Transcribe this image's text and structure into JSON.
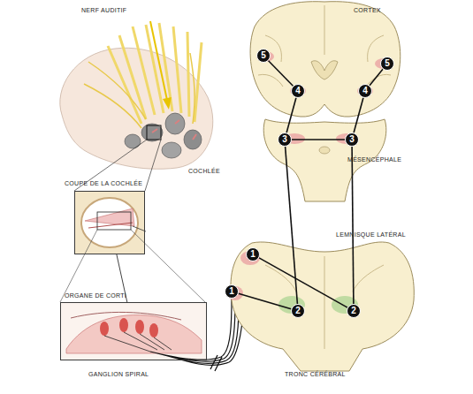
{
  "diagram": {
    "nodes": [
      {
        "text": [
          "COUPE DE LA COCHLÉE"
        ]
      },
      {
        "text": [
          "ORGANE DE CORTI"
        ]
      },
      {
        "text": [
          "5"
        ]
      },
      {
        "text": [
          "5"
        ]
      },
      {
        "text": [
          "4"
        ]
      },
      {
        "text": [
          "4"
        ]
      },
      {
        "text": [
          "3"
        ]
      },
      {
        "text": [
          "3"
        ]
      },
      {
        "text": [
          "1"
        ]
      },
      {
        "text": [
          "1"
        ]
      },
      {
        "text": [
          "2"
        ]
      },
      {
        "text": [
          "2"
        ]
      }
    ],
    "edges": [
      {
        "from": 0,
        "to": 1,
        "arrow": "none"
      },
      {
        "from": 9,
        "to": 10,
        "arrow": "none"
      },
      {
        "from": 8,
        "to": 11,
        "arrow": "none"
      },
      {
        "from": 10,
        "to": 6,
        "arrow": "none"
      },
      {
        "from": 11,
        "to": 7,
        "arrow": "none"
      },
      {
        "from": 6,
        "to": 4,
        "arrow": "none"
      },
      {
        "from": 7,
        "to": 5,
        "arrow": "none"
      },
      {
        "from": 4,
        "to": 2,
        "arrow": "none"
      },
      {
        "from": 5,
        "to": 3,
        "arrow": "none"
      },
      {
        "from": 6,
        "to": 7,
        "arrow": "none"
      }
    ],
    "labels": [
      "NERF AUDITIF",
      "CORTEX",
      "COCHLÉE",
      "MÉSENCÉPHALE",
      "LEMNISQUE LATÉRAL",
      "TRONC CÉRÉBRAL",
      "GANGLION SPIRAL"
    ]
  }
}
